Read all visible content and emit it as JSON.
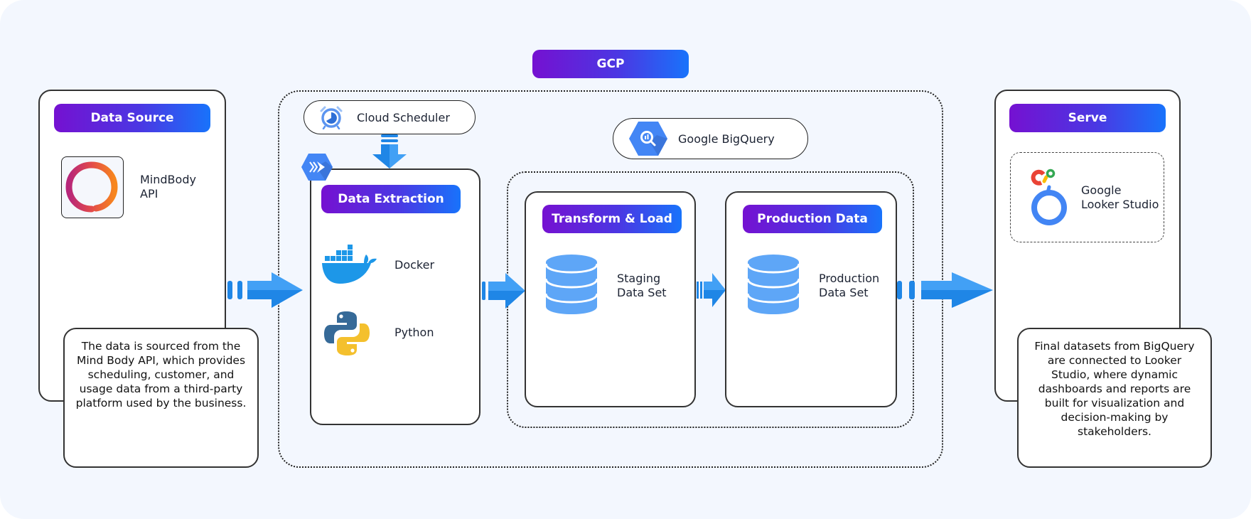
{
  "sections": {
    "gcp": {
      "title": "GCP"
    },
    "data_source": {
      "title": "Data Source",
      "item": {
        "icon": "mindbody-logo-icon",
        "label_line1": "MindBody",
        "label_line2": "API"
      },
      "description": "The data is sourced from the Mind Body API, which provides scheduling, customer, and usage data from a third-party platform used by the business."
    },
    "cloud_scheduler": {
      "icon": "cloud-scheduler-icon",
      "label": "Cloud Scheduler"
    },
    "bigquery": {
      "icon": "bigquery-icon",
      "label": "Google BigQuery"
    },
    "data_extraction": {
      "title": "Data Extraction",
      "corner_icon": "cloud-run-icon",
      "items": [
        {
          "icon": "docker-icon",
          "label": "Docker"
        },
        {
          "icon": "python-icon",
          "label": "Python"
        }
      ]
    },
    "transform_load": {
      "title": "Transform & Load",
      "item": {
        "icon": "database-icon",
        "label_line1": "Staging",
        "label_line2": "Data Set"
      }
    },
    "production_data": {
      "title": "Production Data",
      "item": {
        "icon": "database-icon",
        "label_line1": "Production",
        "label_line2": "Data Set"
      }
    },
    "serve": {
      "title": "Serve",
      "item": {
        "icon": "looker-studio-icon",
        "label_line1": "Google",
        "label_line2": "Looker Studio"
      },
      "description": "Final datasets from BigQuery are connected to Looker Studio, where dynamic dashboards and reports are built for visualization and decision-making by stakeholders."
    }
  },
  "colors": {
    "background": "#f3f7fe",
    "badge_gradient_start": "#7511d1",
    "badge_gradient_end": "#1873fb",
    "arrow_light": "#42a0f5",
    "arrow_dark": "#1f86e6",
    "database": "#5ea6f7"
  }
}
